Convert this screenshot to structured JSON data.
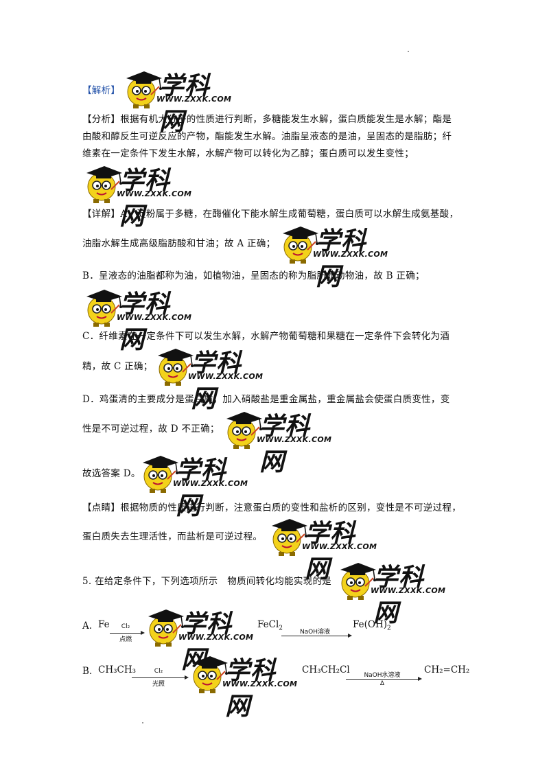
{
  "watermark": {
    "title": "学科网",
    "url": "WWW.ZXXK.COM"
  },
  "lines": {
    "jiexi": "【解析】",
    "fenxi1": "【分析】根据有机大分子的性质进行判断，多糖能发生水解，蛋白质能发生是水解；酯是",
    "fenxi2": "由酸和醇反生可逆反应的产物，酯能发生水解。油脂呈液态的是油，呈固态的是脂肪；纤",
    "fenxi3": "维素在一定条件下发生水解，水解产物可以转化为乙醇；蛋白质可以发生变性；",
    "xiangjie1": "【详解】A．淀粉属于多糖，在酶催化下能水解生成葡萄糖，蛋白质可以水解生成氨基酸，",
    "xiangjie2": "油脂水解生成高级脂肪酸和甘油；故 A 正确；",
    "b1": "B．呈液态的油脂都称为油，如植物油，呈固态的称为脂肪如动物油，故 B 正确；",
    "c1": "C．纤维素在一定条件下可以发生水解，水解产物葡萄糖和果糖在一定条件下会转化为酒",
    "c2": "精，故 C 正确；",
    "d1": "D．鸡蛋清的主要成分是蛋白质，加入硝酸盐是重金属盐，重金属盐会使蛋白质变性，变",
    "d2": "性是不可逆过程，故 D 不正确；",
    "answer": "故选答案 D。",
    "dianjing1": "【点睛】根据物质的性质进行判断，注意蛋白质的变性和盐析的区别，变性是不可逆过程，",
    "dianjing2": "蛋白质失去生理活性，而盐析是可逆过程。",
    "q5": "5. 在给定条件下，下列选项所示　物质间转化均能实现的是"
  },
  "option_a": {
    "label": "A.",
    "start": "Fe",
    "arrow1_top": "Cl₂",
    "arrow1_bottom": "点燃",
    "mid_main": "FeCl",
    "mid_sub": "2",
    "arrow2_top": "NaOH溶液",
    "end": "Fe(OH)",
    "end_sub": "2"
  },
  "option_b": {
    "label": "B.",
    "start": "CH₃CH₃",
    "arrow1_top": "Cl₂",
    "arrow1_bottom": "光照",
    "mid": "CH₃CH₂Cl",
    "arrow2_top": "NaOH水溶液",
    "arrow2_bottom": "Δ",
    "end": "CH₂=CH₂"
  }
}
